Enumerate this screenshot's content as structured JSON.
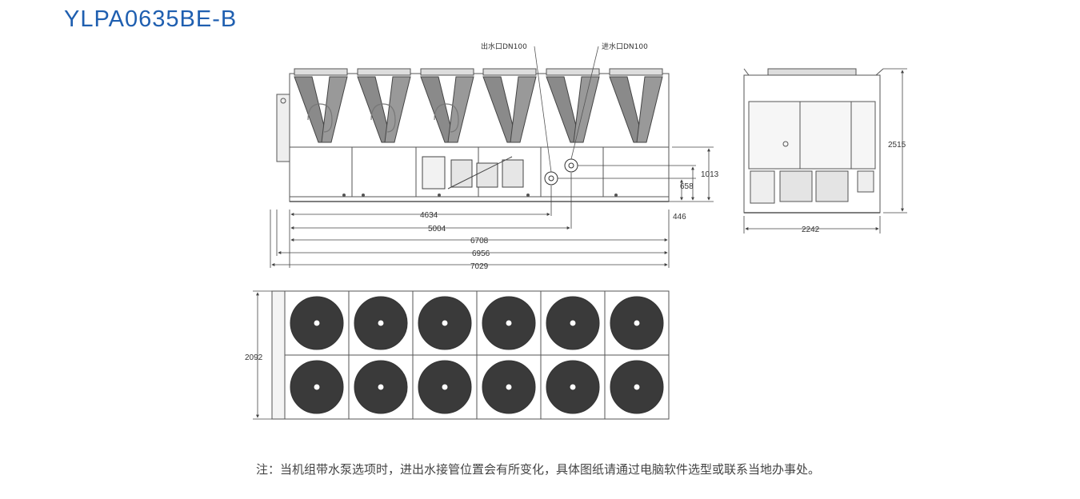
{
  "title": "YLPA0635BE-B",
  "callouts": {
    "outlet": "出水口DN100",
    "inlet": "进水口DN100"
  },
  "dimensions": {
    "d4634": "4634",
    "d5004": "5004",
    "d6708": "6708",
    "d6956": "6956",
    "d7029": "7029",
    "d1013": "1013",
    "d658": "658",
    "d446": "446",
    "d2515": "2515",
    "d2242": "2242",
    "d2092": "2092"
  },
  "note": "注：当机组带水泵选项时，进出水接管位置会有所变化，具体图纸请通过电脑软件选型或联系当地办事处。",
  "colors": {
    "title": "#1f5fb0",
    "line": "#555555",
    "fan": "#3a3a3a"
  }
}
